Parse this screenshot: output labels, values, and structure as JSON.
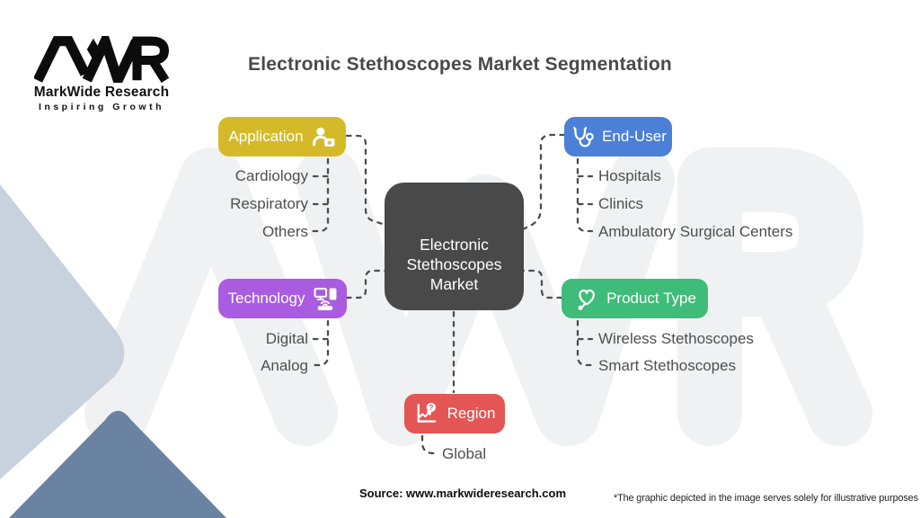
{
  "title": "Electronic Stethoscopes Market Segmentation",
  "logo": {
    "mark": "MWR",
    "name": "MarkWide Research",
    "tagline": "Inspiring Growth"
  },
  "center": {
    "line1": "Electronic",
    "line2": "Stethoscopes",
    "line3": "Market",
    "color": "#494949"
  },
  "segments": [
    {
      "id": "application",
      "label": "Application",
      "color": "#d4ba29",
      "icon": "person-medical-icon",
      "items": [
        "Cardiology",
        "Respiratory",
        "Others"
      ]
    },
    {
      "id": "end-user",
      "label": "End-User",
      "color": "#4c80d8",
      "icon": "stethoscope-icon",
      "items": [
        "Hospitals",
        "Clinics",
        "Ambulatory Surgical Centers"
      ]
    },
    {
      "id": "technology",
      "label": "Technology",
      "color": "#aa5ce0",
      "icon": "devices-icon",
      "items": [
        "Digital",
        "Analog"
      ]
    },
    {
      "id": "product-type",
      "label": "Product Type",
      "color": "#3fbc79",
      "icon": "heart-stethoscope-icon",
      "items": [
        "Wireless Stethoscopes",
        "Smart Stethoscopes"
      ]
    },
    {
      "id": "region",
      "label": "Region",
      "color": "#e45555",
      "icon": "chart-question-icon",
      "items": [
        "Global"
      ]
    }
  ],
  "footer": {
    "source": "Source: www.markwideresearch.com",
    "disclaimer": "*The graphic depicted in the image serves solely for illustrative purposes"
  },
  "watermark": "MWR",
  "colors": {
    "connector": "#4d4d4d",
    "item_text": "#4f4f4f",
    "title_text": "#4a4a4a",
    "deco_light": "#c8d1de",
    "deco_dark": "#6b83a2",
    "watermark": "#f0f1f3"
  }
}
